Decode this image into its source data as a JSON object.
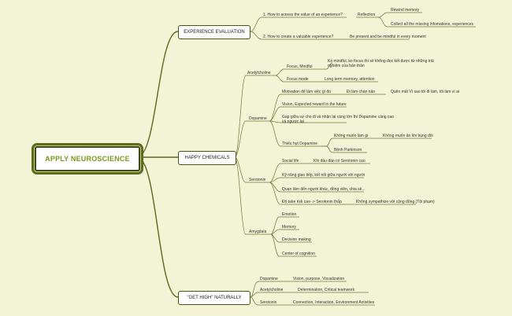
{
  "root": "APPLY NEUROSCIENCE",
  "branches": {
    "experience": "EXPERIENCE EVALUATION",
    "chemicals": "HAPPY CHEMICALS",
    "gethigh": "\"GET HIGH\" NATURALLY"
  },
  "experience": {
    "q1": "1. How to access the value of an experience?",
    "reflection": "Reflection",
    "rewind": "Rewind memory",
    "collect": "Collect all the missing infomations, experiences",
    "q2": "2. How to create a valuable experience?",
    "mindful": "Be present and be mindful in every moment"
  },
  "acetylcholine": {
    "label": "Acetylcholine",
    "focus_mindful": "Focus, Mindful",
    "focus_note_1": "Ko mindful, ko focus thì sẽ không đọc kết được từ những trải",
    "focus_note_2": "nghiệm của bản thân",
    "focus_mode": "Focus mode",
    "focus_mode_note": "Long term memory, attention"
  },
  "dopamine": {
    "label": "Dopamine",
    "motivation": "Motivation để làm việc gì đó",
    "boring": "Đi làm chán nản",
    "forget": "Quên mất Vì sao tôi đi làm, tôi làm vì ai",
    "vision": "Vision, Expected reward in the future",
    "gap_1": "Gap giữa sự cho đi và nhận lại càng lớn thì Dopamine càng cao",
    "gap_2": "và ngược lại",
    "lack": "Thiếu hụt Dopamine",
    "no_want": "Không muốn làm gì",
    "no_eat": "Không muốn ăn khi bụng đói",
    "parkinson": "Bệnh Parkinson"
  },
  "serotonin": {
    "label": "Serotonin",
    "social": "Social life",
    "social_note": "Khi đầu đàn có Serotonin cao",
    "skills": "Kỹ năng giao tiếp, kết nối giữa người với người",
    "care": "Quan tâm đến người khác, đồng viên, chia sẻ...",
    "risk": "Độ take risk cao -> Serotonin thấp",
    "risk_note": "Không sympathize với cộng đồng (Tội phạm)"
  },
  "amygdala": {
    "label": "Amygdala",
    "items": [
      "Emotion",
      "Memory",
      "Decision making",
      "Center of cognition"
    ]
  },
  "gethigh": {
    "dopamine": "Dopamine",
    "dopamine_note": "Vision, purpose, Visualization",
    "acetylcholine": "Acetylcholine",
    "acetylcholine_note": "Determination, Critical teamwork",
    "serotonin": "Serotonin",
    "serotonin_note": "Connection, Interaction, Environment Activities"
  },
  "colors": {
    "background": "#f3f3d5",
    "line": "#5c6b1c",
    "accent": "#7a9a1a"
  }
}
